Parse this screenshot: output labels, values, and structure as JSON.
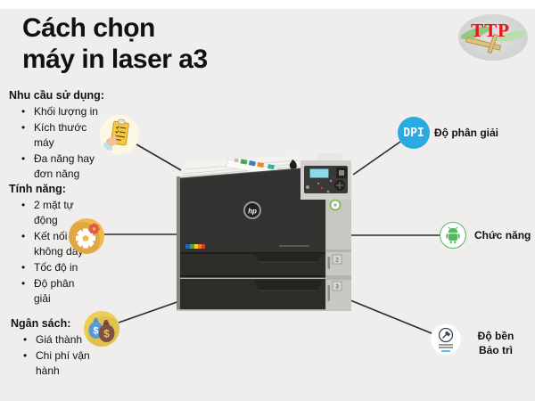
{
  "colors": {
    "bg": "#efeeec",
    "band": "#ffffff",
    "text": "#111111",
    "line": "#2b2b2b",
    "dpi-blue": "#29abe2",
    "android-green": "#57b560",
    "gear-orange": "#f3b74a",
    "gear-red": "#e4584a",
    "money-yellow": "#efce52",
    "bag-blue": "#5b9bd5",
    "bag-brown": "#7d5147",
    "logo-red": "#e8191c"
  },
  "ui": {
    "bullet": "•"
  },
  "title": {
    "line1": "Cách chọn",
    "line2": "máy in laser a3"
  },
  "logo": {
    "text": "TTP"
  },
  "sections": [
    {
      "heading": "Nhu cầu sử dụng:",
      "items": [
        {
          "lines": [
            "Khối lượng in"
          ]
        },
        {
          "lines": [
            "Kích thước",
            "máy"
          ]
        },
        {
          "lines": [
            "Đa năng hay",
            "đơn năng"
          ]
        }
      ]
    },
    {
      "heading": "Tính năng:",
      "items": [
        {
          "lines": [
            "2 mặt tự",
            "động"
          ]
        },
        {
          "lines": [
            "Kết nối",
            "không dây"
          ]
        },
        {
          "lines": [
            "Tốc độ in"
          ]
        },
        {
          "lines": [
            "Độ phân",
            "giải"
          ]
        }
      ]
    },
    {
      "heading": "Ngân sách:",
      "items": [
        {
          "lines": [
            "Giá thành"
          ]
        },
        {
          "lines": [
            "Chi phí vận",
            "hành"
          ]
        }
      ]
    }
  ],
  "callouts": [
    {
      "badge": "DPI",
      "label": "Độ phân giải"
    },
    {
      "label": "Chức năng"
    },
    {
      "label_line1": "Độ bền",
      "label_line2": "Bảo trì"
    }
  ],
  "icons": {
    "money_symbol": "$"
  },
  "printer": {
    "brand": "hp",
    "tray2": "2",
    "tray3": "3"
  }
}
